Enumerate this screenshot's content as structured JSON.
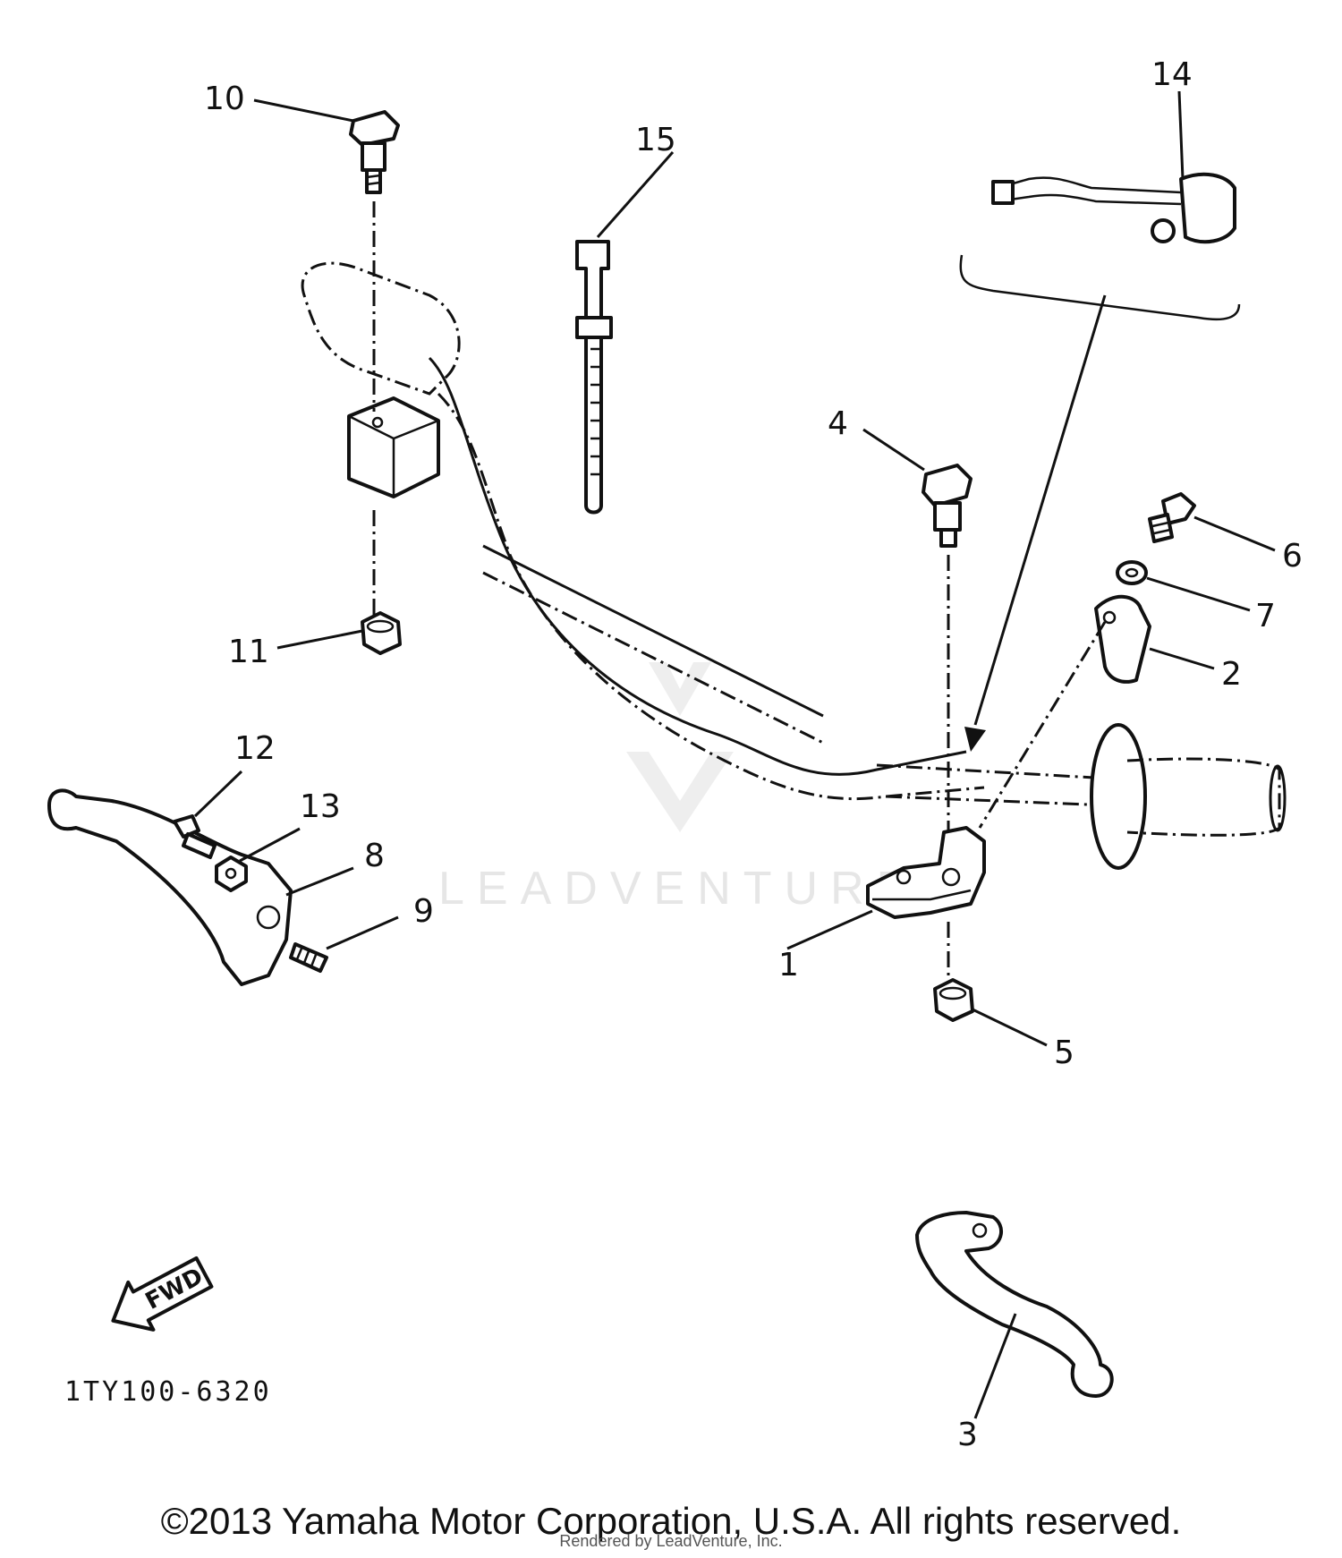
{
  "diagram": {
    "callouts": {
      "c1": "1",
      "c2": "2",
      "c3": "3",
      "c4": "4",
      "c5": "5",
      "c6": "6",
      "c7": "7",
      "c8": "8",
      "c9": "9",
      "c10": "10",
      "c11": "11",
      "c12": "12",
      "c13": "13",
      "c14": "14",
      "c15": "15"
    },
    "fwd_label": "FWD",
    "diagram_code": "1TY100-6320",
    "watermark": "LEADVENTURE"
  },
  "footer": {
    "copyright": "©2013 Yamaha Motor Corporation, U.S.A. All rights reserved.",
    "rendered_by": "Rendered by LeadVenture, Inc."
  }
}
